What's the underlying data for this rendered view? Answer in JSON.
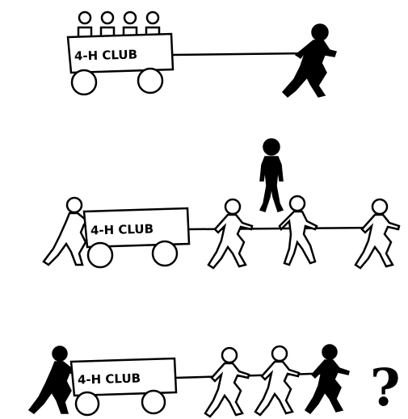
{
  "panels": [
    {
      "wagon_label": "4-H CLUB"
    },
    {
      "wagon_label": "4-H CLUB"
    },
    {
      "wagon_label": "4-H CLUB"
    }
  ],
  "question_mark": "?",
  "colors": {
    "ink": "#000000",
    "paper": "#ffffff"
  }
}
